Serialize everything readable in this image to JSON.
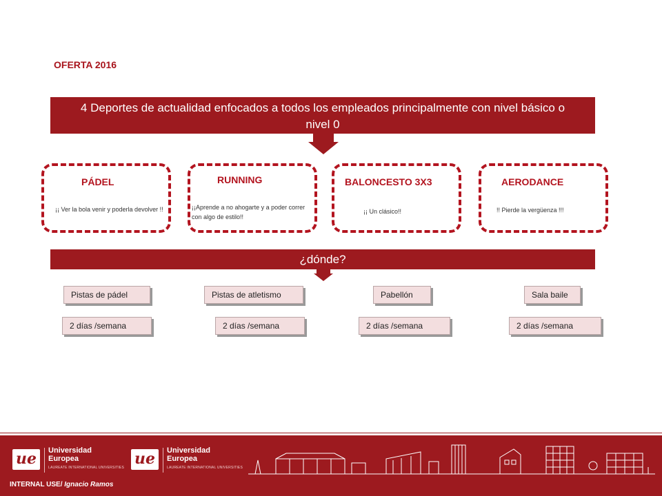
{
  "header": {
    "title": "OFERTA 2016"
  },
  "banner_main": {
    "text": "4 Deportes de actualidad enfocados a todos los empleados principalmente con nivel básico o nivel 0"
  },
  "sports": [
    {
      "name": "PÁDEL",
      "desc": "¡¡ Ver  la bola  venir  y poderla devolver  !!"
    },
    {
      "name": "RUNNING",
      "desc": "¡¡Aprende a no ahogarte y a poder correr con algo de estilo!!"
    },
    {
      "name": "BALONCESTO 3X3",
      "desc": "¡¡  Un clásico!!"
    },
    {
      "name": "AERODANCE",
      "desc": "!! Pierde  la  vergüenza  !!!"
    }
  ],
  "banner_where": {
    "text": "¿dónde?"
  },
  "venues": [
    "Pistas de pádel",
    "Pistas de atletismo",
    "Pabellón",
    "Sala baile"
  ],
  "frequency": [
    "2 días /semana",
    "2 días /semana",
    "2 días /semana",
    "2 días /semana"
  ],
  "footer": {
    "logo_mark": "ue",
    "logo_name_line1": "Universidad",
    "logo_name_line2": "Europea",
    "logo_sub": "LAUREATE INTERNATIONAL UNIVERSITIES",
    "internal_label": "INTERNAL USE/",
    "author": " Ignacio Ramos"
  },
  "colors": {
    "brand": "#9d1a1f",
    "accent": "#b3141f",
    "pill_bg": "#f3dedf"
  }
}
